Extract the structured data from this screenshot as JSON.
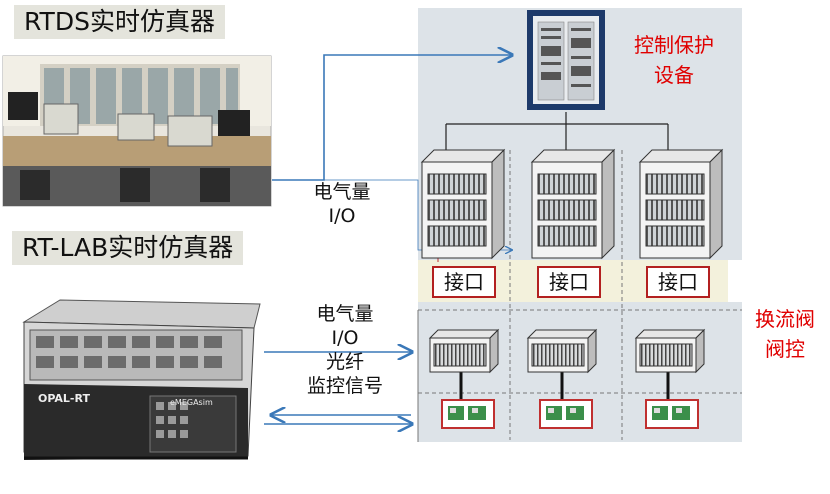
{
  "rtds": {
    "title": "RTDS实时仿真器"
  },
  "rtlab": {
    "title": "RT-LAB实时仿真器",
    "brand": "OPAL-RT",
    "model": "eMEGAsim"
  },
  "labels": {
    "io_upper_1": "电气量",
    "io_upper_2": "I/O",
    "io_lower_1": "电气量",
    "io_lower_2": "I/O",
    "fiber_1": "光纤",
    "fiber_2": "监控信号"
  },
  "protection": {
    "line1": "控制保护",
    "line2": "设备"
  },
  "valve": {
    "line1": "换流阀",
    "line2": "阀控"
  },
  "interfaces": [
    "接口",
    "接口",
    "接口"
  ],
  "colors": {
    "panel": "#dde3e8",
    "accent_red": "#e00000",
    "arrow_blue": "#3a78b8",
    "interface_band": "#f3f1dc"
  }
}
